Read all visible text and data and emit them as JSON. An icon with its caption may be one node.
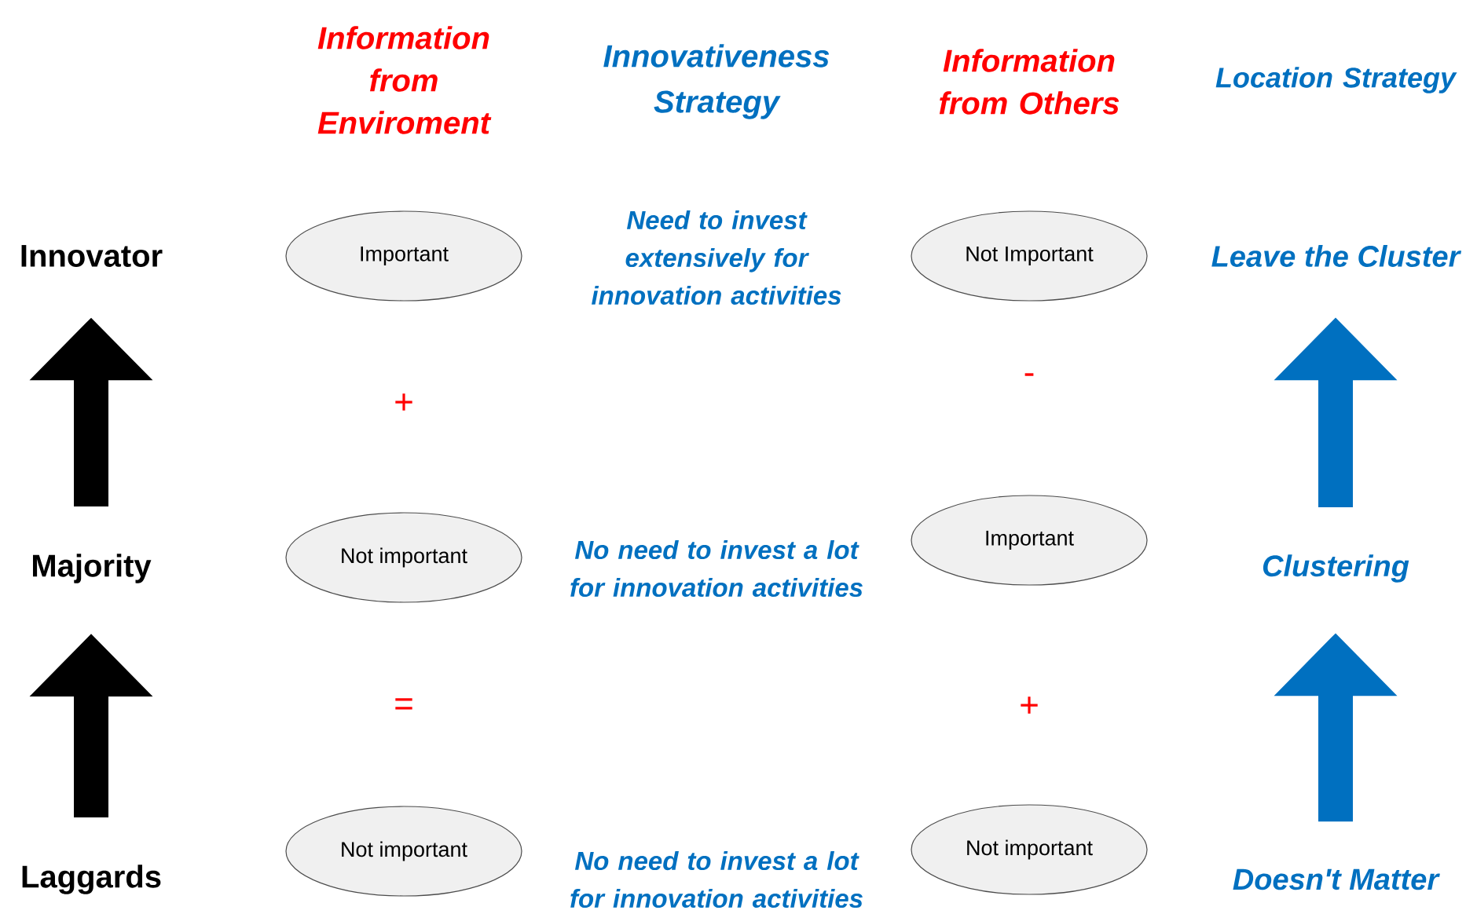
{
  "diagram": {
    "nodes": [
      {
        "text": [
          "Innovator"
        ]
      },
      {
        "text": [
          "Important"
        ]
      },
      {
        "text": [
          "Not Important"
        ]
      },
      {
        "text": [
          "Leave the Cluster"
        ]
      },
      {
        "text": [
          "Majority"
        ]
      },
      {
        "text": [
          "Not important"
        ]
      },
      {
        "text": [
          "Important"
        ]
      },
      {
        "text": [
          "Clustering"
        ]
      },
      {
        "text": [
          "Laggards"
        ]
      },
      {
        "text": [
          "Not important"
        ]
      },
      {
        "text": [
          "Not important"
        ]
      },
      {
        "text": [
          "Doesn't Matter"
        ]
      }
    ],
    "edges": [
      {
        "from": 4,
        "to": 0,
        "arrow": "to",
        "color": "#000000"
      },
      {
        "from": 8,
        "to": 4,
        "arrow": "to",
        "color": "#000000"
      },
      {
        "from": 7,
        "to": 3,
        "arrow": "to",
        "color": "#0070c0"
      },
      {
        "from": 11,
        "to": 7,
        "arrow": "to",
        "color": "#0070c0"
      }
    ],
    "labels": [
      "Information from Enviroment",
      "Innovativeness Strategy",
      "Information from Others",
      "Location Strategy",
      "Need to invest extensively for innovation activities",
      "+",
      "-",
      "No need to invest a lot for innovation activities",
      "=",
      "+",
      "No need to invest a lot for innovation activities"
    ]
  }
}
